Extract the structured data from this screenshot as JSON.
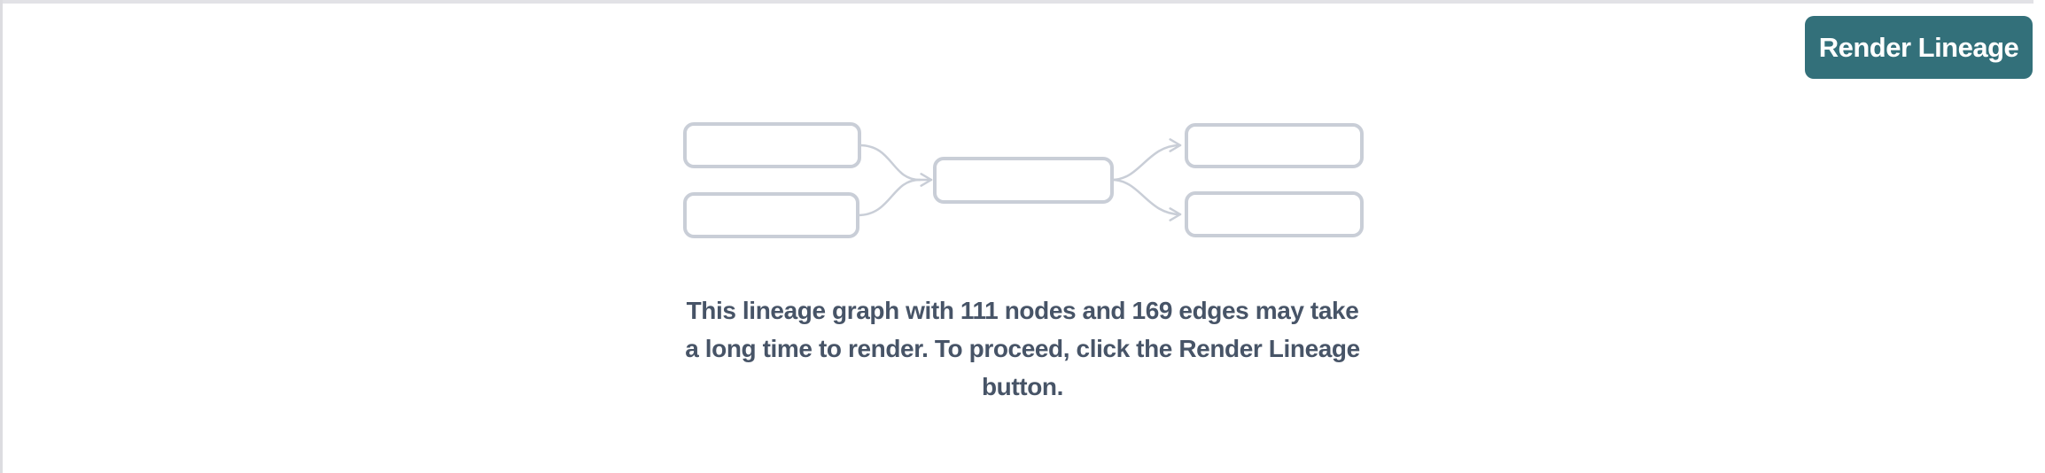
{
  "toolbar": {
    "render_lineage_label": "Render Lineage"
  },
  "empty_state": {
    "message_lines": [
      "This lineage graph with 111 nodes and 169 edges may take",
      "a long time to render. To proceed, click the Render Lineage",
      "button."
    ],
    "node_count": "111",
    "edge_count": "169",
    "graphic": {
      "description": "placeholder lineage mini-graph: 2 source nodes feeding 1 middle node feeding 2 target nodes"
    }
  },
  "colors": {
    "accent_teal": "#33707a",
    "button_text": "#ffffff",
    "message_text": "#475467",
    "graphic_stroke": "#c9ced7",
    "top_border": "#e2e2e6",
    "left_border": "#dcdce0",
    "background": "#ffffff"
  }
}
